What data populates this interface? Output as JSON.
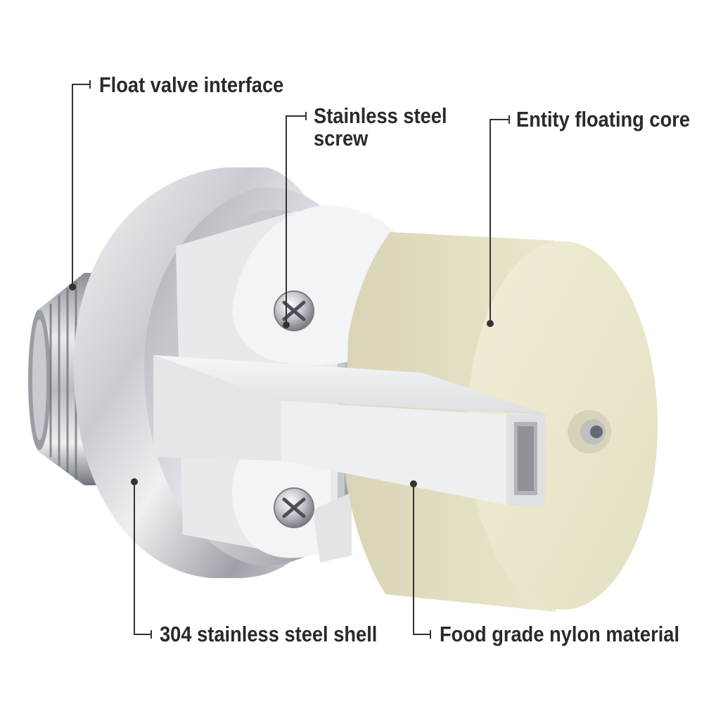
{
  "labels": {
    "float_valve_interface": "Float valve interface",
    "stainless_steel_screw_line1": "Stainless steel",
    "stainless_steel_screw_line2": "screw",
    "entity_floating_core": "Entity floating core",
    "stainless_steel_shell": "304 stainless steel shell",
    "food_grade_nylon": "Food grade nylon material"
  },
  "colors": {
    "background": "#ffffff",
    "label_text": "#2a2a2a",
    "leader_line": "#333333",
    "steel_light": "#e4e6e9",
    "steel_dark": "#7d8187",
    "nylon_white": "#f1f2f3",
    "float_core_beige": "#ebe7cc"
  }
}
